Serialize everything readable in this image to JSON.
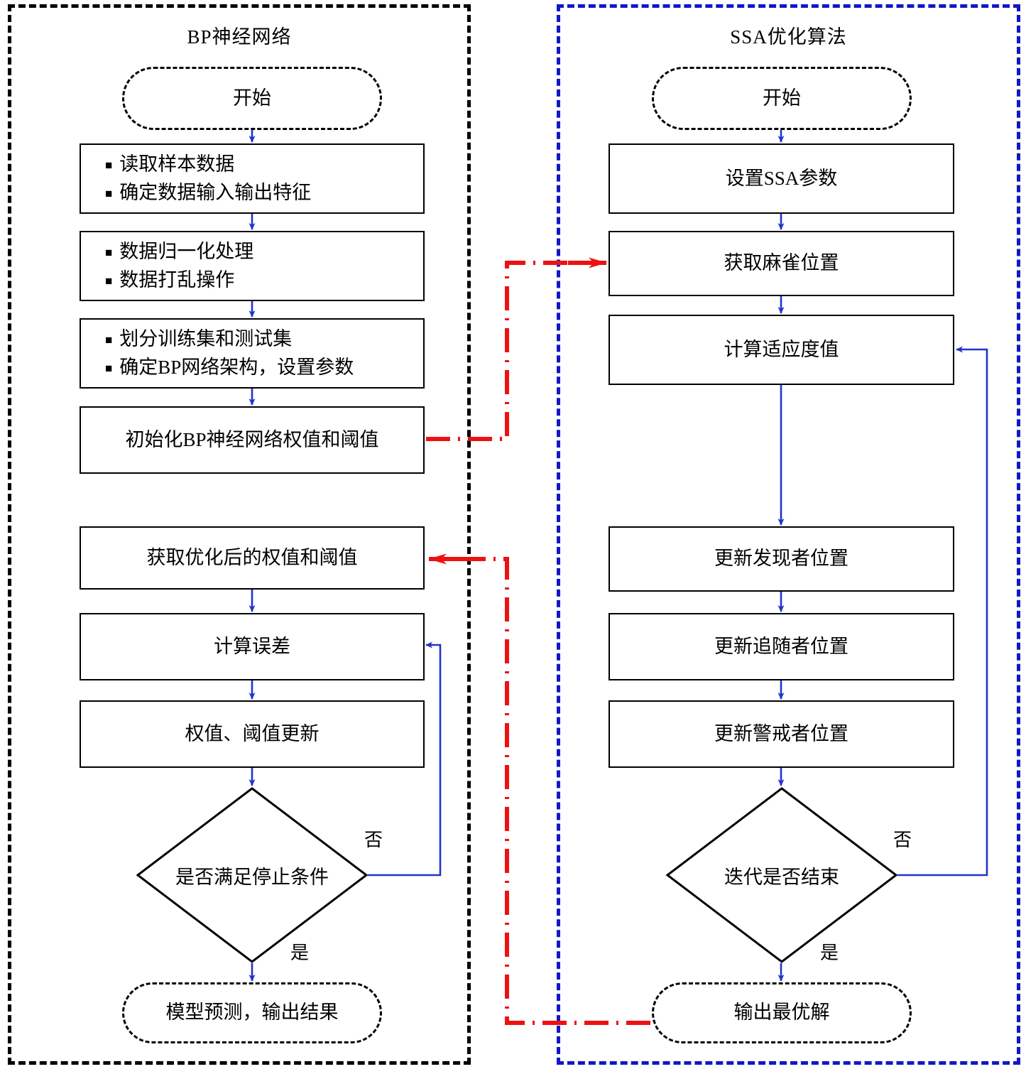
{
  "diagram": {
    "title_left": "BP神经网络",
    "title_right": "SSA优化算法",
    "colors": {
      "left_panel_border": "#000000",
      "right_panel_border": "#1018c8",
      "flow_arrow": "#2233cc",
      "cross_link": "#ee1111",
      "node_border": "#000000",
      "text": "#000000"
    }
  },
  "left": {
    "title": "BP神经网络",
    "nodes": {
      "start": "开始",
      "read_data": {
        "line1": "读取样本数据",
        "line2": "确定数据输入输出特征"
      },
      "normalize": {
        "line1": "数据归一化处理",
        "line2": "数据打乱操作"
      },
      "split": {
        "line1": "划分训练集和测试集",
        "line2": "确定BP网络架构，设置参数"
      },
      "init_weights": "初始化BP神经网络权值和阈值",
      "get_optimized": "获取优化后的权值和阈值",
      "calc_error": "计算误差",
      "update_weights": "权值、阈值更新",
      "decision": "是否满足停止条件",
      "end": "模型预测，输出结果"
    },
    "edge_labels": {
      "no": "否",
      "yes": "是"
    }
  },
  "right": {
    "title": "SSA优化算法",
    "nodes": {
      "start": "开始",
      "set_params": "设置SSA参数",
      "get_position": "获取麻雀位置",
      "calc_fitness": "计算适应度值",
      "update_discoverer": "更新发现者位置",
      "update_follower": "更新追随者位置",
      "update_scout": "更新警戒者位置",
      "decision": "迭代是否结束",
      "end": "输出最优解"
    },
    "edge_labels": {
      "no": "否",
      "yes": "是"
    }
  }
}
